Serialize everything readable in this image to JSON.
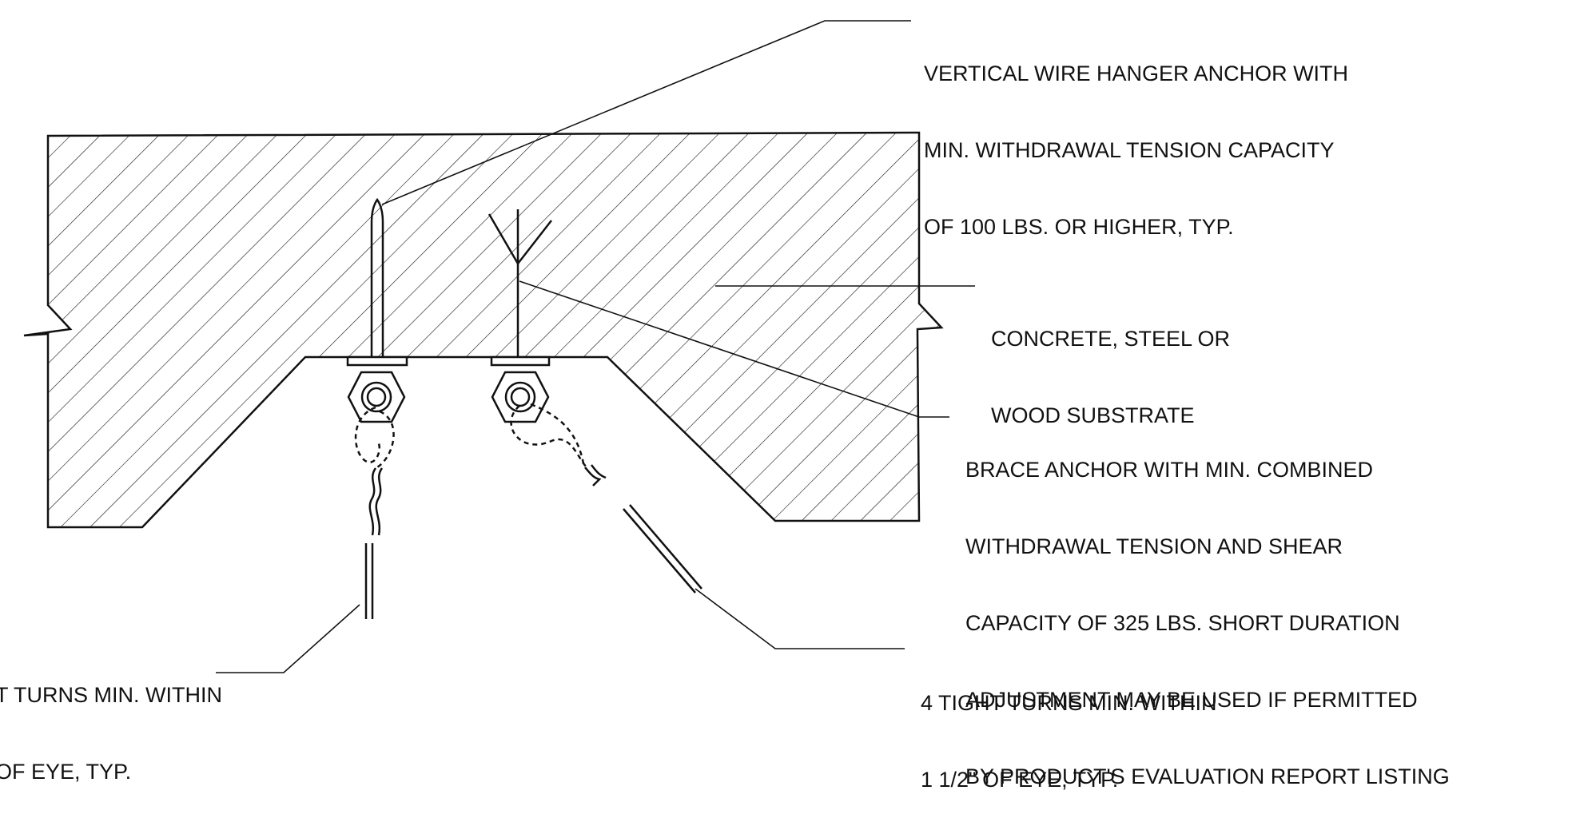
{
  "callouts": {
    "hanger_anchor": [
      "VERTICAL WIRE HANGER ANCHOR WITH",
      "MIN. WITHDRAWAL TENSION CAPACITY",
      "OF 100 LBS. OR HIGHER, TYP."
    ],
    "substrate": [
      "CONCRETE, STEEL OR",
      "WOOD SUBSTRATE"
    ],
    "brace_anchor": [
      "BRACE ANCHOR WITH MIN. COMBINED",
      "WITHDRAWAL TENSION AND SHEAR",
      "CAPACITY OF 325 LBS. SHORT DURATION",
      "ADJUSTMENT MAY BE USED IF PERMITTED",
      "BY PRODUCT'S EVALUATION REPORT LISTING"
    ],
    "turns_left": [
      "T TURNS MIN. WITHIN",
      "OF EYE, TYP."
    ],
    "turns_right": [
      "4 TIGHT TURNS MIN. WITHIN",
      "1 1/2\" OF EYE, TYP."
    ]
  },
  "colors": {
    "line": "#111111",
    "background": "#ffffff"
  }
}
